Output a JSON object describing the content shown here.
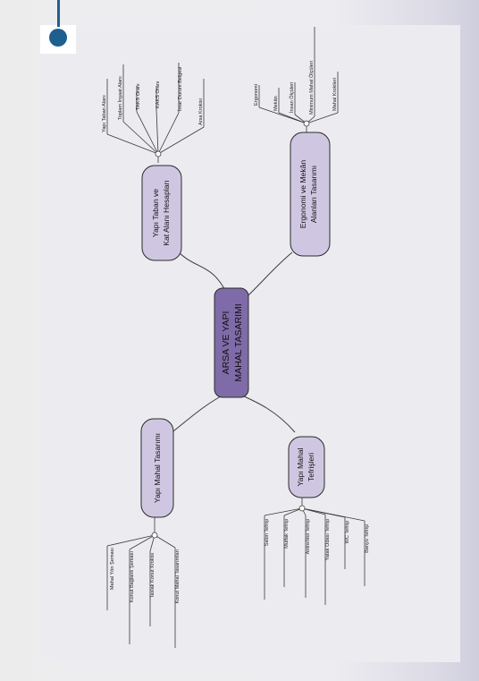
{
  "center": {
    "line1": "ARSA VE YAPI",
    "line2": "MAHAL TASARIMI"
  },
  "branches": {
    "yapi_taban": {
      "line1": "Yapı Taban ve",
      "line2": "Kat Alanı Hesapları",
      "leaves": [
        "Yapı Taban Alanı",
        "Toplam İnşaat Alanı",
        "TAKS Oranı",
        "KAKS Oranı",
        "İmar Durum Belgesi",
        "Arsa Krokisi"
      ]
    },
    "ergonomi": {
      "line1": "Ergonomi ve Mekân",
      "line2": "Alanları Tasarımı",
      "leaves": [
        "Ergonomi",
        "Mekân",
        "İnsan Ölçüleri",
        "Minimum Mahal Ölçüleri",
        "Mahal Krokileri"
      ]
    },
    "mahal_tasarimi": {
      "line1": "Yapı Mahal Tasarımı",
      "leaves": [
        "Mahal Yön Şeması",
        "Konut Bağlantı Şeması",
        "Taslak Konut Krokisi",
        "Konut Mahal Tasarımları"
      ]
    },
    "mahal_tefrisleri": {
      "line1": "Yapı Mahal",
      "line2": "Tefrişleri",
      "leaves": [
        "Salon Tefrişi",
        "Mutfak Tefrişi",
        "Antre/Hol Tefrişi",
        "Yatak Odası Tefrişi",
        "WC Tefrişi",
        "Banyo Tefrişi"
      ]
    }
  },
  "colors": {
    "center_fill": "#7f6ba8",
    "node_fill": "#cfc7e2",
    "marker": "#1f5f8f"
  }
}
